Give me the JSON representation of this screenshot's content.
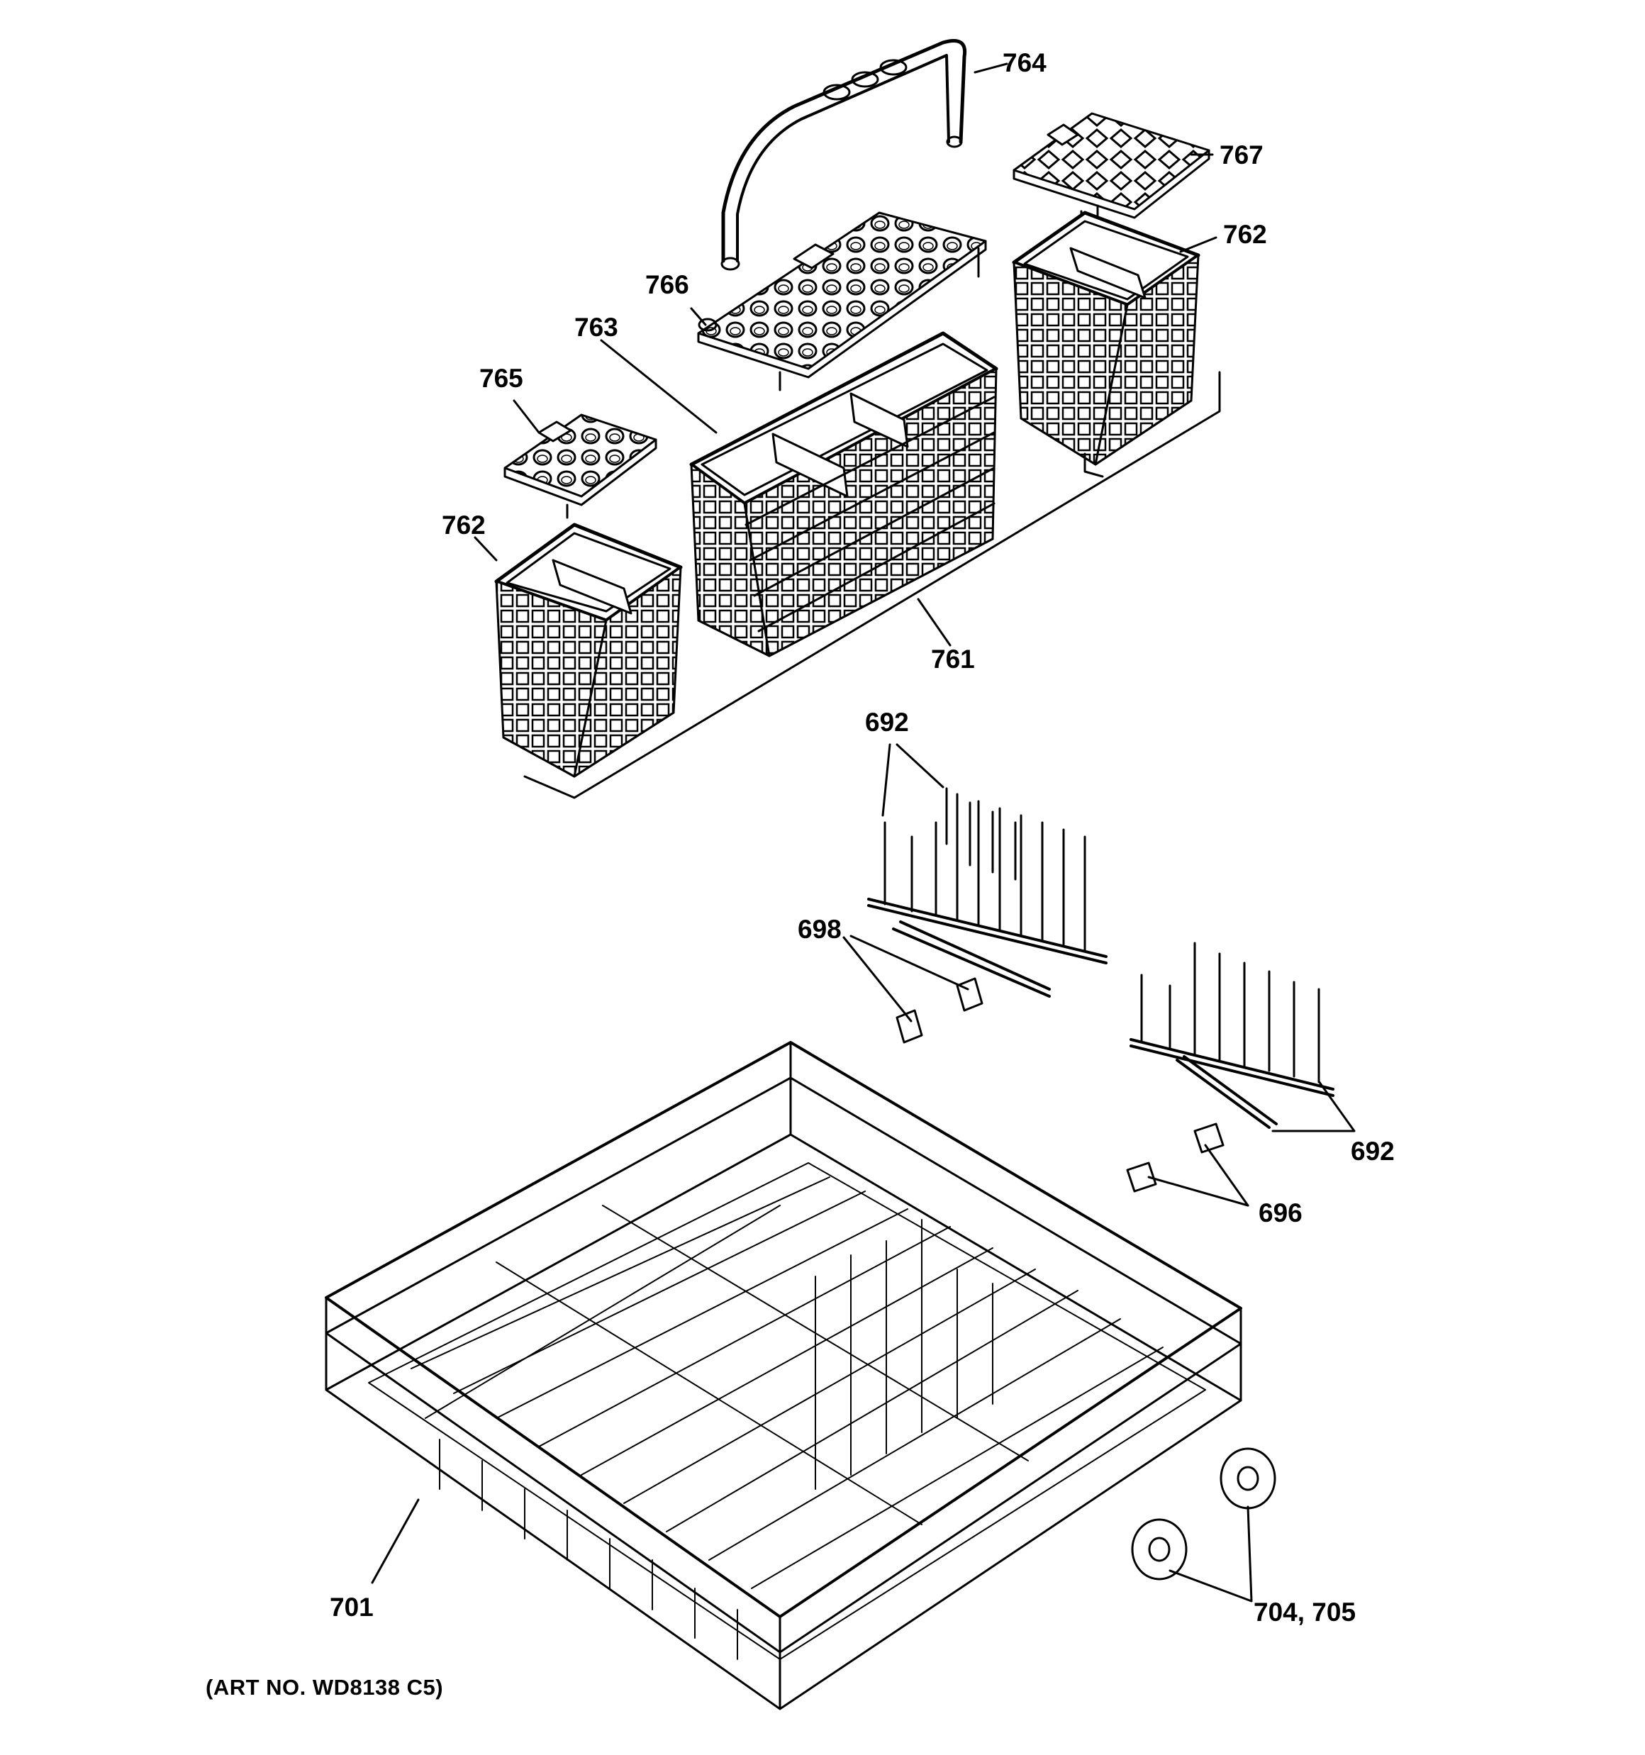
{
  "callouts": {
    "c764": "764",
    "c767": "767",
    "c762_right": "762",
    "c766": "766",
    "c763": "763",
    "c765": "765",
    "c762_left": "762",
    "c761": "761",
    "c692_top": "692",
    "c698": "698",
    "c692_right": "692",
    "c696": "696",
    "c701": "701",
    "c704_705": "704, 705"
  },
  "art_number": "(ART NO. WD8138 C5)",
  "colors": {
    "ink": "#000000",
    "paper": "#ffffff"
  }
}
